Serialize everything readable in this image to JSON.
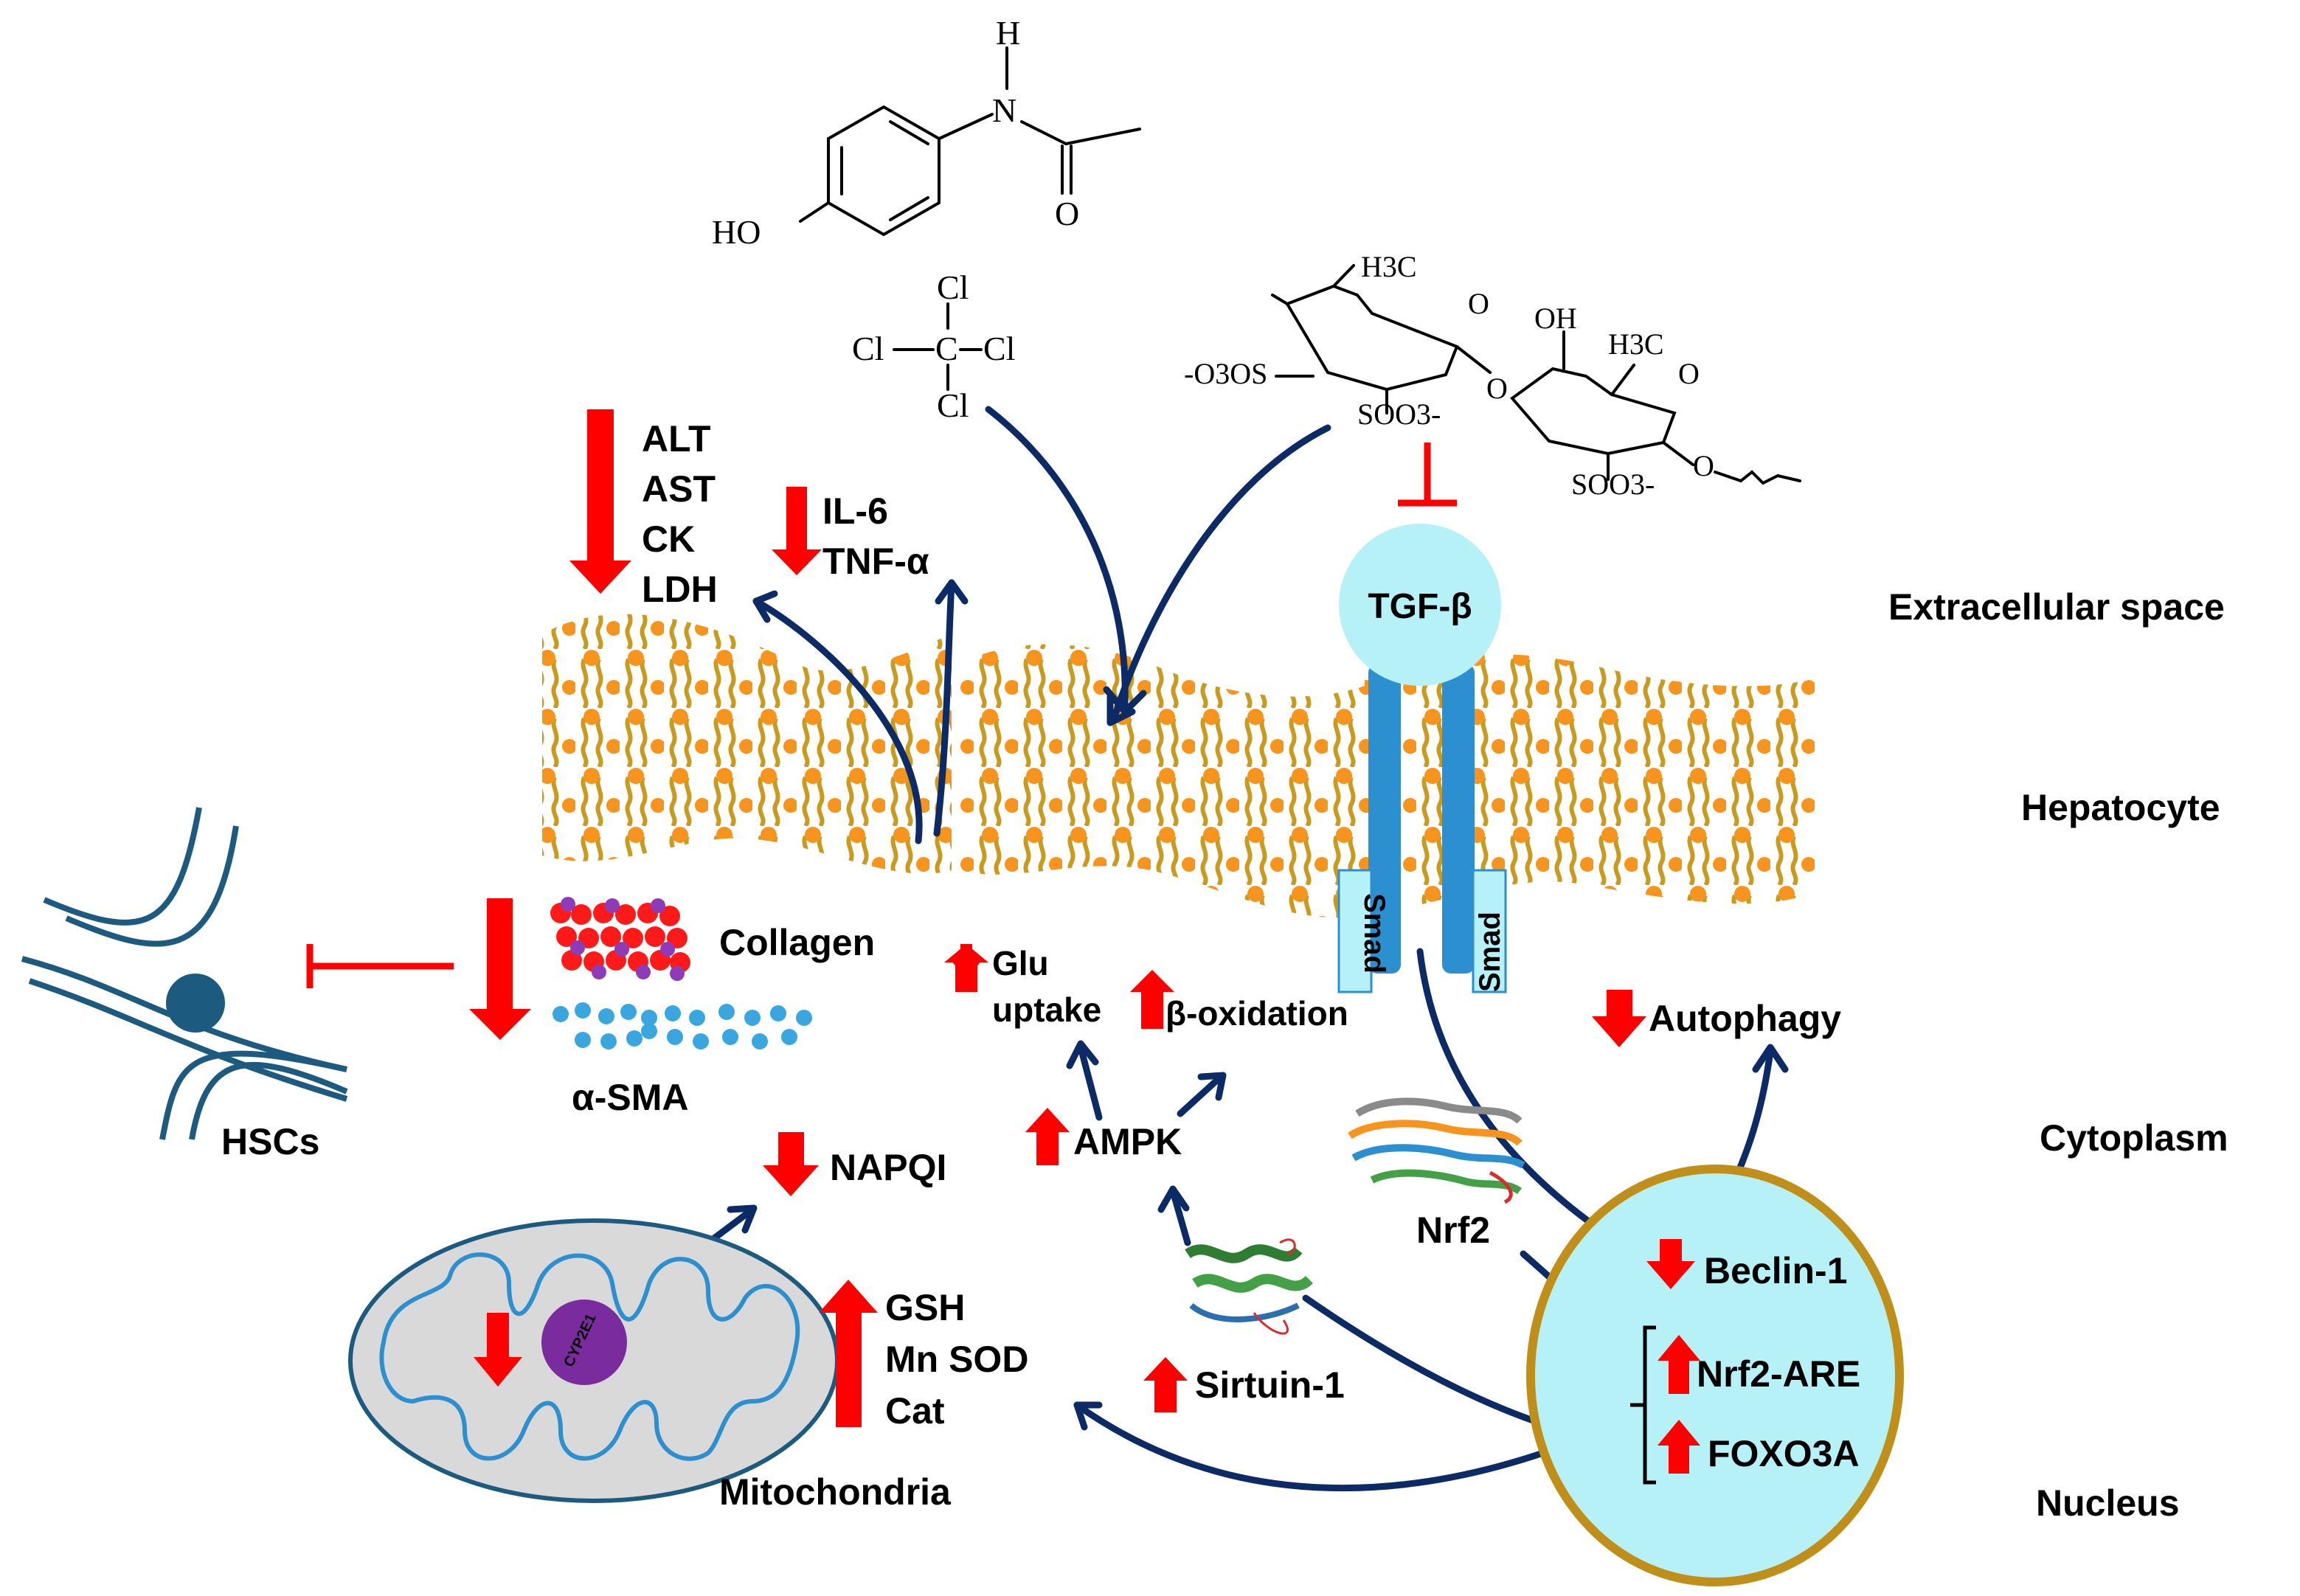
{
  "colors": {
    "arrow": "#0b2a66",
    "decrease_increase_arrow": "#ff0000",
    "membrane_head": "#f7941d",
    "membrane_tail": "#c99a1e",
    "nucleus_fill": "#b6f1f7",
    "nucleus_border": "#bf8f1a",
    "receptor": "#2b8fd0",
    "mitochondria_fill": "#d9d9d9",
    "cyp2e1": "#7a2c9e",
    "collagen_red": "#ff1a1a",
    "collagen_purple": "#8e3bb8",
    "sma_blue": "#3aa6e0",
    "hsc_line": "#1c5a80"
  },
  "chemicals": {
    "paracetamol": {
      "h": "H",
      "n": "N",
      "o": "O",
      "ho": "HO"
    },
    "ccl4": {
      "cl_top": "Cl",
      "cl_left": "Cl",
      "c": "C",
      "cl_right": "Cl",
      "cl_bottom": "Cl"
    },
    "fucoidan": {
      "h3c_1": "H3C",
      "o_ring1": "O",
      "o3so": "-O3OS",
      "soo3_1": "SOO3-",
      "o_link": "O",
      "oh": "OH",
      "h3c_2": "H3C",
      "o_ring2": "O",
      "soo3_2": "SOO3-",
      "o_tail": "O"
    }
  },
  "compartments": {
    "extracellular": "Extracellular space",
    "hepatocyte": "Hepatocyte",
    "cytoplasm": "Cytoplasm",
    "nucleus": "Nucleus"
  },
  "markers": {
    "liver_enzymes": [
      "ALT",
      "AST",
      "CK",
      "LDH"
    ],
    "cytokines": [
      "IL-6",
      "TNF-α"
    ]
  },
  "receptor": {
    "tgf": "TGF-β",
    "smad_left": "Smad",
    "smad_right": "Smad"
  },
  "hsc": {
    "label": "HSCs",
    "collagen": "Collagen",
    "sma": "α-SMA"
  },
  "metabolism": {
    "glu1": "Glu",
    "glu2": "uptake",
    "beta": "β-oxidation",
    "ampk": "AMPK",
    "sirtuin": "Sirtuin-1",
    "nrf2": "Nrf2",
    "autophagy": "Autophagy"
  },
  "mito": {
    "napqi": "NAPQI",
    "cyp": "CYP2E1",
    "antioxidants": [
      "GSH",
      "Mn SOD",
      "Cat"
    ],
    "label": "Mitochondria"
  },
  "nucleus_items": {
    "beclin": "Beclin-1",
    "nrf2are": "Nrf2-ARE",
    "foxo3a": "FOXO3A"
  }
}
